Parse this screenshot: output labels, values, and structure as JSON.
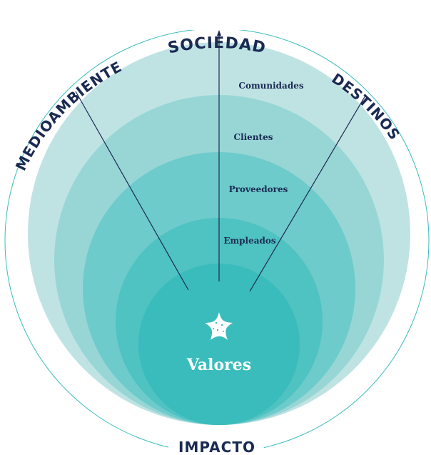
{
  "diagram": {
    "outer_labels": {
      "top": "SOCIEDAD",
      "left": "MEDIOAMBIENTE",
      "right": "DESTINOS",
      "bottom": "IMPACTO"
    },
    "rings": [
      {
        "label": "Comunidades",
        "color": "#bfe3e3"
      },
      {
        "label": "Clientes",
        "color": "#98d6d6"
      },
      {
        "label": "Proveedores",
        "color": "#6ecbcb"
      },
      {
        "label": "Empleados",
        "color": "#4fc2c2"
      }
    ],
    "core": {
      "label": "Valores",
      "color": "#3bbcbc",
      "icon": "starfish-icon"
    },
    "colors": {
      "text": "#1a2a52",
      "outline": "#3bbcbc",
      "lines": "#1a2a52"
    }
  }
}
